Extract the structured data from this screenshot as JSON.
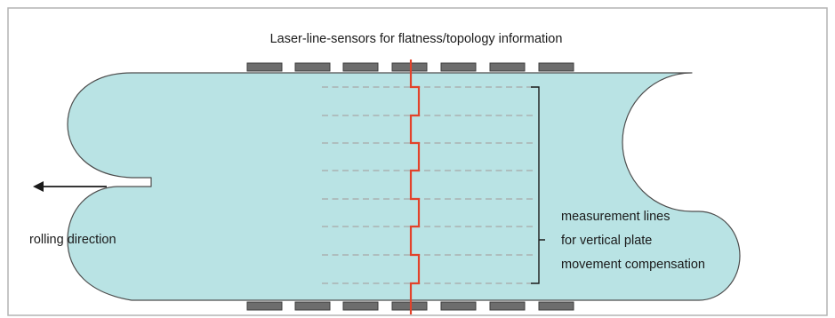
{
  "title": "Laser-line-sensors for flatness/topology information",
  "direction_label": "rolling direction",
  "bracket_label": {
    "line1": "measurement lines",
    "line2": "for vertical plate",
    "line3": "movement compensation"
  },
  "colors": {
    "plate_fill": "#b9e3e4",
    "plate_stroke": "#4d4d4d",
    "sensor_fill": "#6d6d6d",
    "laser_line": "#e2432b",
    "measure_dash": "#a8a8a8",
    "frame_border": "#b3b3b3",
    "arrow": "#1a1a1a"
  },
  "sensor_count_top": 7,
  "sensor_count_bottom": 7,
  "measurement_line_count": 8
}
